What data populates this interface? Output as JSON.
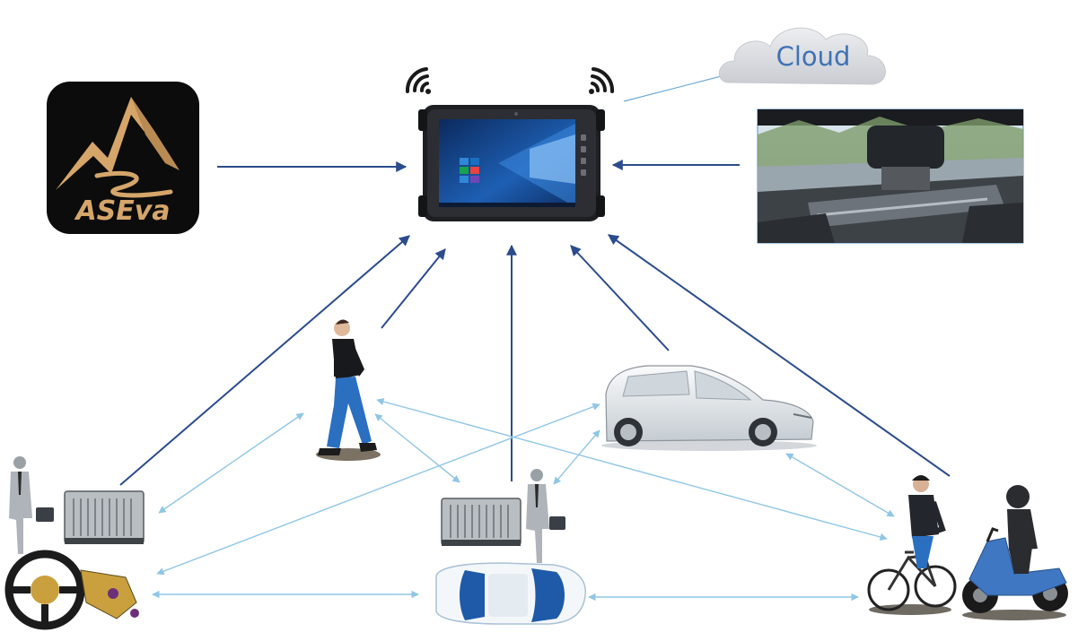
{
  "logo": {
    "text": "ASEva"
  },
  "cloud": {
    "label": "Cloud"
  },
  "colors": {
    "hub_arrow": "#2b4c8c",
    "peer_arrow": "#8fc6e6",
    "cloud_fill": "#d7d9dd",
    "cloud_text": "#3f72b5",
    "logo_bg": "#0c0c0c",
    "logo_gold": "#d5a56a"
  },
  "nodes": {
    "hub": "rugged-tablet",
    "sources": [
      "aseva-software",
      "vehicle-test-rig",
      "cloud"
    ],
    "participants": [
      "pedestrian",
      "car-side",
      "test-station-left",
      "test-station-center",
      "cyclist",
      "scooter-rider"
    ]
  }
}
